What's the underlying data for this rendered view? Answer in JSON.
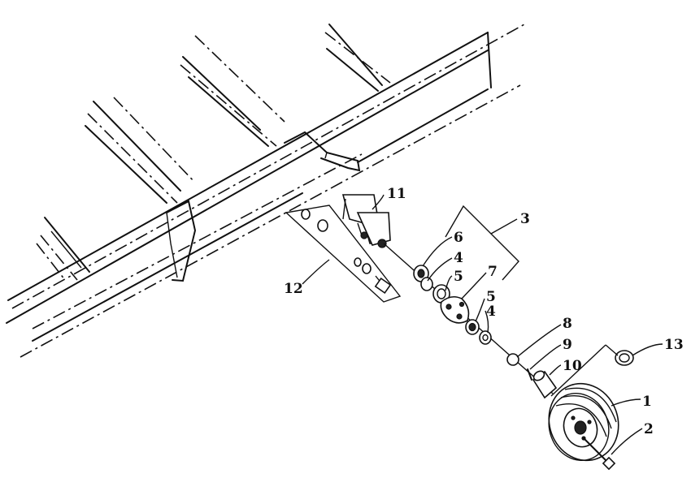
{
  "labels": {
    "l1": "1",
    "l2": "2",
    "l3": "3",
    "l4a": "4",
    "l4b": "4",
    "l5a": "5",
    "l5b": "5",
    "l6": "6",
    "l7": "7",
    "l8": "8",
    "l9": "9",
    "l10": "10",
    "l11": "11",
    "l12": "12",
    "l13": "13"
  }
}
